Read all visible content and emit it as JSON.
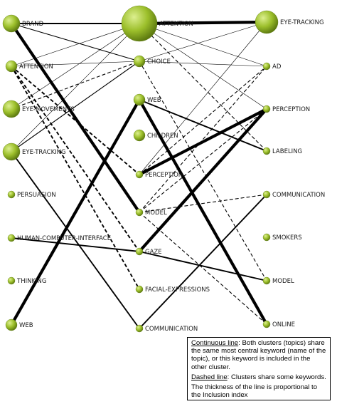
{
  "columns": [
    {
      "id": "left",
      "nodes": [
        {
          "id": "L0",
          "label": "BRAND",
          "size": "medium"
        },
        {
          "id": "L1",
          "label": "ATTENTION",
          "size": "small"
        },
        {
          "id": "L2",
          "label": "EYE-MOVEMENTS",
          "size": "medium"
        },
        {
          "id": "L3",
          "label": "EYE-TRACKING",
          "size": "medium"
        },
        {
          "id": "L4",
          "label": "PERSUASION",
          "size": "tiny"
        },
        {
          "id": "L5",
          "label": "HUMAN-COMPUTER-INTERFACE",
          "size": "tiny"
        },
        {
          "id": "L6",
          "label": "THINKING",
          "size": "tiny"
        },
        {
          "id": "L7",
          "label": "WEB",
          "size": "small"
        }
      ]
    },
    {
      "id": "middle",
      "nodes": [
        {
          "id": "M0",
          "label": "ATTENTION",
          "size": "large"
        },
        {
          "id": "M1",
          "label": "CHOICE",
          "size": "small"
        },
        {
          "id": "M2",
          "label": "WEB",
          "size": "small"
        },
        {
          "id": "M3",
          "label": "CHILDREN",
          "size": "small"
        },
        {
          "id": "M4",
          "label": "PERCEPTION",
          "size": "tiny"
        },
        {
          "id": "M5",
          "label": "MODEL",
          "size": "tiny"
        },
        {
          "id": "M6",
          "label": "GAZE",
          "size": "tiny"
        },
        {
          "id": "M7",
          "label": "FACIAL-EXPRESSIONS",
          "size": "tiny"
        },
        {
          "id": "M8",
          "label": "COMMUNICATION",
          "size": "tiny"
        }
      ]
    },
    {
      "id": "right",
      "nodes": [
        {
          "id": "R0",
          "label": "EYE-TRACKING",
          "size": "medium-large"
        },
        {
          "id": "R1",
          "label": "AD",
          "size": "tiny"
        },
        {
          "id": "R2",
          "label": "PERCEPTION",
          "size": "tiny"
        },
        {
          "id": "R3",
          "label": "LABELING",
          "size": "tiny"
        },
        {
          "id": "R4",
          "label": "COMMUNICATION",
          "size": "tiny"
        },
        {
          "id": "R5",
          "label": "SMOKERS",
          "size": "tiny"
        },
        {
          "id": "R6",
          "label": "MODEL",
          "size": "tiny"
        },
        {
          "id": "R7",
          "label": "ONLINE",
          "size": "tiny"
        }
      ]
    }
  ],
  "edges": [
    {
      "from": "L0",
      "to": "M0",
      "style": "solid",
      "weight": "medium"
    },
    {
      "from": "L0",
      "to": "M5",
      "style": "solid",
      "weight": "heavy"
    },
    {
      "from": "L0",
      "to": "M1",
      "style": "solid",
      "weight": "thin"
    },
    {
      "from": "L1",
      "to": "M0",
      "style": "solid",
      "weight": "hairline"
    },
    {
      "from": "L1",
      "to": "M1",
      "style": "solid",
      "weight": "hairline"
    },
    {
      "from": "L1",
      "to": "M4",
      "style": "dashed",
      "weight": "medium"
    },
    {
      "from": "L1",
      "to": "M6",
      "style": "dashed",
      "weight": "medium"
    },
    {
      "from": "L1",
      "to": "M7",
      "style": "dashed",
      "weight": "medium"
    },
    {
      "from": "L2",
      "to": "M0",
      "style": "solid",
      "weight": "hairline"
    },
    {
      "from": "L2",
      "to": "M1",
      "style": "dashed",
      "weight": "thin"
    },
    {
      "from": "L3",
      "to": "M0",
      "style": "solid",
      "weight": "hairline"
    },
    {
      "from": "L3",
      "to": "M1",
      "style": "solid",
      "weight": "thin"
    },
    {
      "from": "L3",
      "to": "M8",
      "style": "solid",
      "weight": "medium"
    },
    {
      "from": "L5",
      "to": "M6",
      "style": "solid",
      "weight": "medium"
    },
    {
      "from": "L7",
      "to": "M2",
      "style": "solid",
      "weight": "heavy"
    },
    {
      "from": "M0",
      "to": "R0",
      "style": "solid",
      "weight": "heavy"
    },
    {
      "from": "M0",
      "to": "R1",
      "style": "solid",
      "weight": "hairline"
    },
    {
      "from": "M0",
      "to": "R2",
      "style": "solid",
      "weight": "hairline"
    },
    {
      "from": "M0",
      "to": "R3",
      "style": "dashed",
      "weight": "thin"
    },
    {
      "from": "M1",
      "to": "R0",
      "style": "solid",
      "weight": "hairline"
    },
    {
      "from": "M1",
      "to": "R1",
      "style": "solid",
      "weight": "hairline"
    },
    {
      "from": "M1",
      "to": "R6",
      "style": "dashed",
      "weight": "thin"
    },
    {
      "from": "M2",
      "to": "R3",
      "style": "solid",
      "weight": "medium"
    },
    {
      "from": "M2",
      "to": "R7",
      "style": "solid",
      "weight": "heavy"
    },
    {
      "from": "M4",
      "to": "R0",
      "style": "solid",
      "weight": "hairline"
    },
    {
      "from": "M4",
      "to": "R1",
      "style": "dashed",
      "weight": "thin"
    },
    {
      "from": "M4",
      "to": "R2",
      "style": "solid",
      "weight": "heavy"
    },
    {
      "from": "M5",
      "to": "R1",
      "style": "dashed",
      "weight": "thin"
    },
    {
      "from": "M5",
      "to": "R2",
      "style": "dashed",
      "weight": "thin"
    },
    {
      "from": "M5",
      "to": "R4",
      "style": "dashed",
      "weight": "thin"
    },
    {
      "from": "M5",
      "to": "R7",
      "style": "dashed",
      "weight": "thin"
    },
    {
      "from": "M6",
      "to": "R2",
      "style": "solid",
      "weight": "heavy"
    },
    {
      "from": "M6",
      "to": "R6",
      "style": "solid",
      "weight": "medium"
    },
    {
      "from": "M8",
      "to": "R4",
      "style": "solid",
      "weight": "medium"
    }
  ],
  "legend": {
    "continuous_key": "Continuous line",
    "continuous_text": ": Both clusters (topics) share the same most central keyword (name of the topic), or this keyword is included in the other cluster.",
    "dashed_key": "Dashed line",
    "dashed_text": ": Clusters share some keywords.",
    "thickness_text": "The thickness of the line is proportional to the Inclusion index"
  },
  "colors": {
    "node_fill": "#9cbf2b",
    "node_highlight": "#dcef8f",
    "node_shadow": "#5d7a10",
    "line": "#000000"
  }
}
